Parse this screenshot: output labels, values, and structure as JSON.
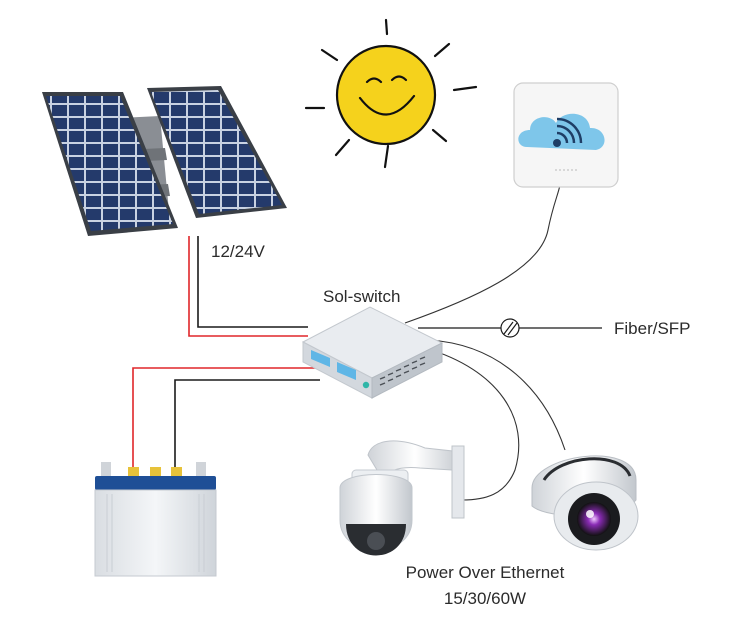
{
  "labels": {
    "voltage": "12/24V",
    "switch": "Sol-switch",
    "uplink": "Fiber/SFP",
    "poe_line1": "Power Over Ethernet",
    "poe_line2": "15/30/60W"
  },
  "colors": {
    "positive_wire": "#e0262a",
    "negative_wire": "#1a1a1a",
    "sun_fill": "#f5d21c",
    "panel_cell": "#243a6b",
    "cloud": "#7ec6ea"
  },
  "icons": [
    "solar-panel-icon",
    "sun-icon",
    "cloud-wifi-icon",
    "switch-icon",
    "battery-icon",
    "ptz-camera-icon",
    "dome-camera-icon",
    "fiber-break-icon"
  ]
}
